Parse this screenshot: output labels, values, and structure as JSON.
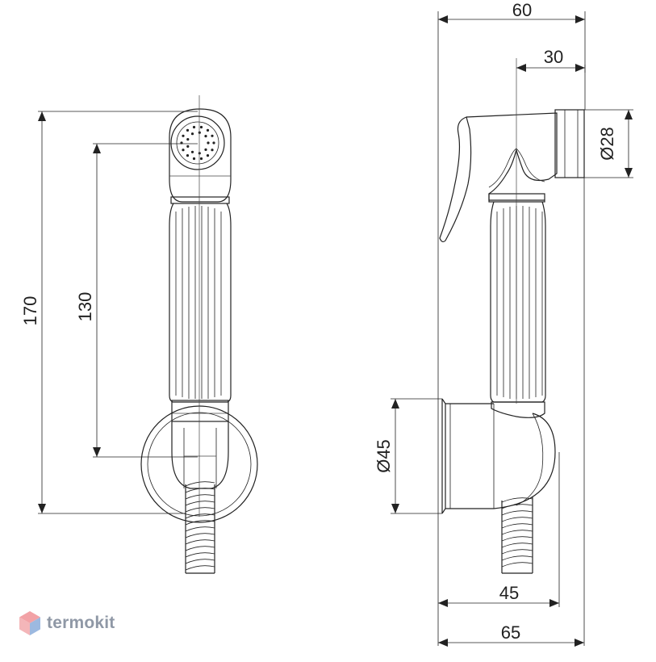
{
  "dimensions": {
    "overall_height": "170",
    "center_height": "130",
    "top_width": "60",
    "axis_offset": "30",
    "head_diameter": "Ø28",
    "holder_diameter": "Ø45",
    "holder_depth": "45",
    "overall_depth": "65"
  },
  "brand": {
    "name": "termokit",
    "colors": {
      "top": "#f2a2a6",
      "bottom": "#9cb9e0",
      "text": "#8f98a6"
    }
  }
}
